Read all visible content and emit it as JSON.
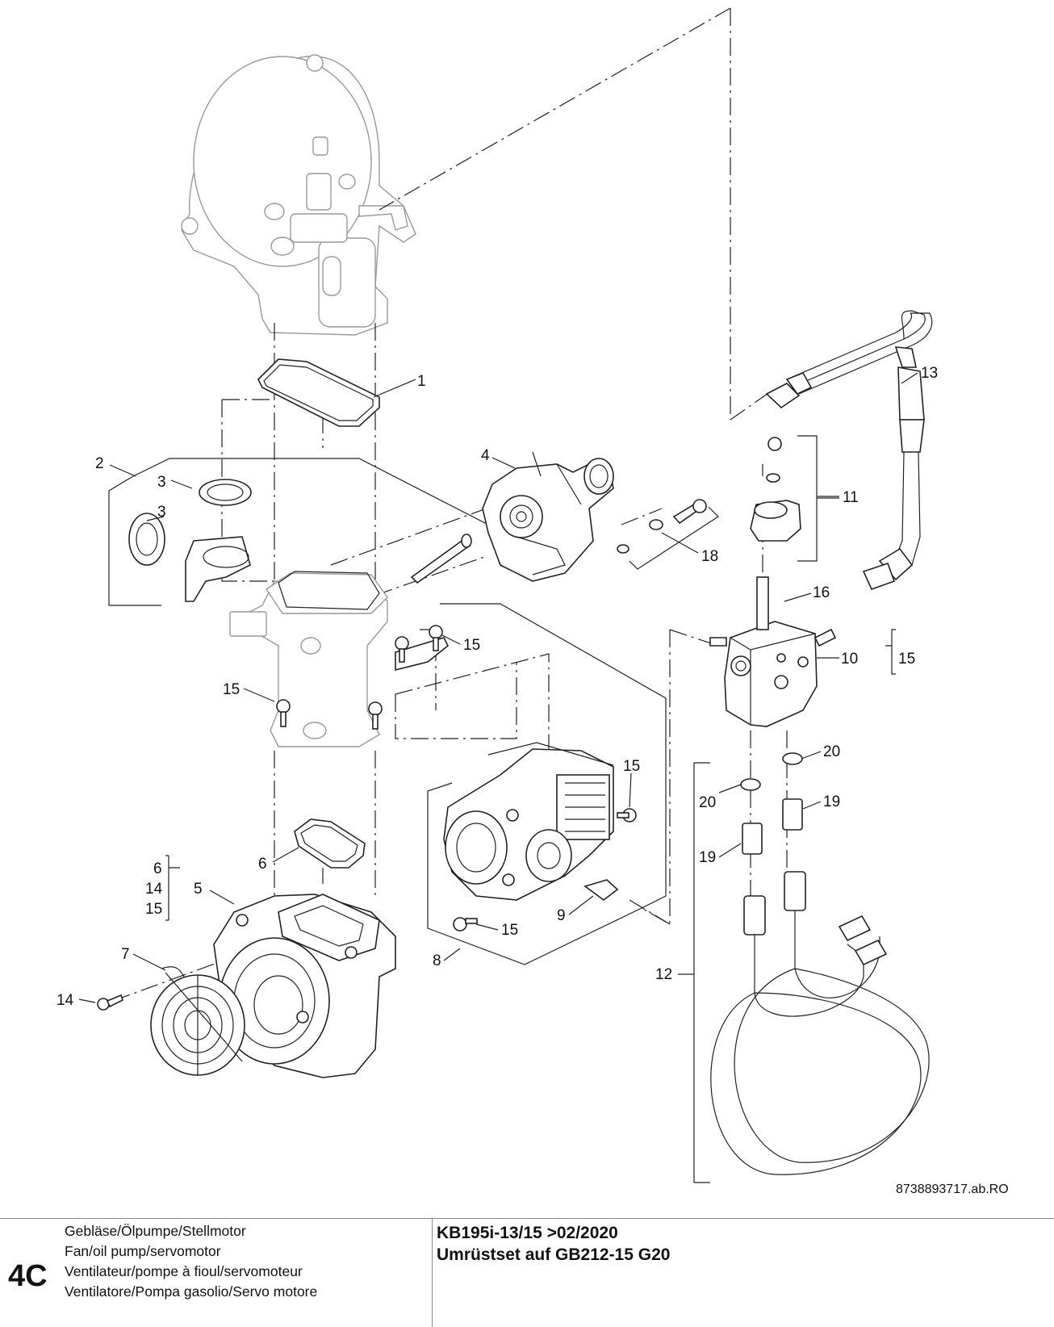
{
  "drawing": {
    "reference": "8738893717.ab.RO",
    "callouts": {
      "c1": "1",
      "c2": "2",
      "c3a": "3",
      "c3b": "3",
      "c4": "4",
      "c5": "5",
      "c6a": "6",
      "c6b": "6",
      "c7": "7",
      "c8": "8",
      "c9": "9",
      "c10": "10",
      "c11": "11",
      "c12": "12",
      "c13": "13",
      "c14a": "14",
      "c14b": "14",
      "c15a": "15",
      "c15b": "15",
      "c15c": "15",
      "c15d": "15",
      "c15e": "15",
      "c15f": "15",
      "c16": "16",
      "c18": "18",
      "c19a": "19",
      "c19b": "19",
      "c20a": "20",
      "c20b": "20"
    }
  },
  "footer": {
    "section_code": "4C",
    "titles": [
      "Gebläse/Ölpumpe/Stellmotor",
      "Fan/oil pump/servomotor",
      "Ventilateur/pompe à fioul/servomoteur",
      "Ventilatore/Pompa gasolio/Servo motore"
    ],
    "model_line1": "KB195i-13/15 >02/2020",
    "model_line2": "Umrüstset auf GB212-15 G20"
  }
}
